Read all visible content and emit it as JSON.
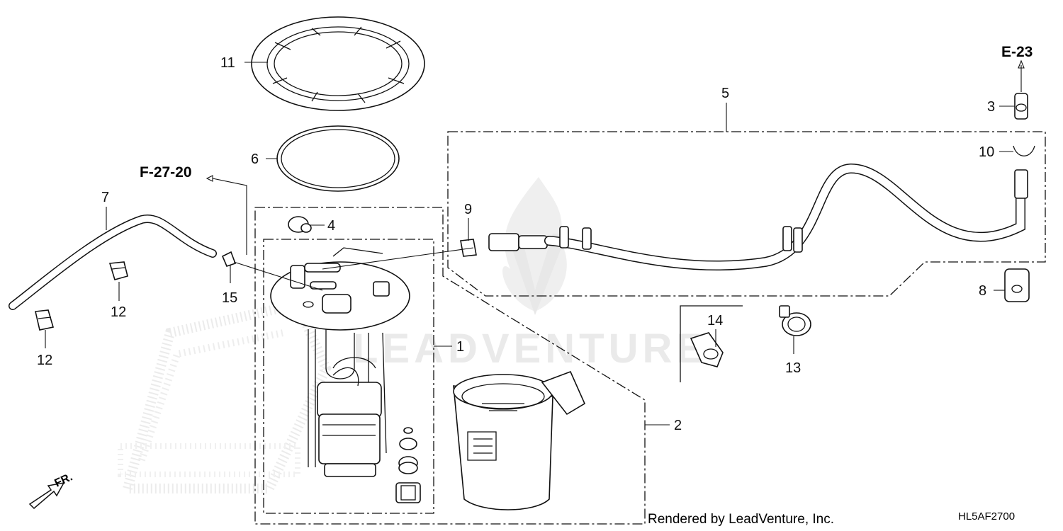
{
  "callouts": {
    "c1": "1",
    "c2": "2",
    "c3": "3",
    "c4": "4",
    "c5": "5",
    "c6": "6",
    "c7": "7",
    "c8": "8",
    "c9": "9",
    "c10": "10",
    "c11": "11",
    "c12a": "12",
    "c12b": "12",
    "c13": "13",
    "c14": "14",
    "c15": "15"
  },
  "references": {
    "e23": "E-23",
    "f2720": "F-27-20"
  },
  "footer": {
    "rendered_by": "Rendered by LeadVenture, Inc.",
    "diagram_code": "HL5AF2700"
  },
  "direction": {
    "front": "FR."
  },
  "watermark": {
    "text": "LEADVENTURE"
  },
  "colors": {
    "line": "#111111",
    "background": "#ffffff",
    "watermark": "#e6e6e6"
  }
}
